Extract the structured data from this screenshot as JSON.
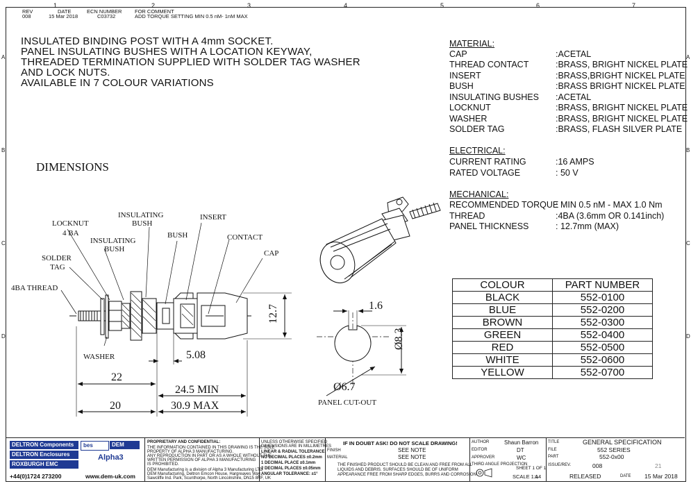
{
  "columns": [
    "1",
    "2",
    "3",
    "4",
    "5",
    "6",
    "7"
  ],
  "rows": [
    "A",
    "B",
    "C",
    "D"
  ],
  "revision_block": {
    "headers": {
      "rev": "REV",
      "date": "DATE",
      "ecn": "ECN NUMBER",
      "for_comment": "FOR COMMENT"
    },
    "entries": [
      {
        "rev": "008",
        "date": "15 Mar 2018",
        "ecn": "C03732",
        "comment": "ADD TORQUE SETTING MIN 0.5 nM- 1nM MAX"
      }
    ]
  },
  "description": [
    "INSULATED BINDING POST WITH A 4mm SOCKET.",
    "PANEL INSULATING BUSHES WITH A LOCATION KEYWAY,",
    "THREADED TERMINATION SUPPLIED WITH SOLDER TAG WASHER",
    "AND LOCK NUTS.",
    "AVAILABLE IN 7 COLOUR VARIATIONS"
  ],
  "material": {
    "heading": "MATERIAL:",
    "items": [
      {
        "part": "CAP",
        "value": ":ACETAL"
      },
      {
        "part": "THREAD CONTACT",
        "value": ":BRASS, BRIGHT NICKEL PLATE"
      },
      {
        "part": "INSERT",
        "value": ":BRASS,BRIGHT NICKEL PLATE"
      },
      {
        "part": "BUSH",
        "value": ":BRASS BRIGHT NICKEL PLATE"
      },
      {
        "part": "INSULATING BUSHES",
        "value": ":ACETAL"
      },
      {
        "part": "LOCKNUT",
        "value": ":BRASS, BRIGHT NICKEL PLATE"
      },
      {
        "part": "WASHER",
        "value": ":BRASS, BRIGHT NICKEL PLATE"
      },
      {
        "part": "SOLDER TAG",
        "value": ":BRASS, FLASH SILVER PLATE"
      }
    ]
  },
  "electrical": {
    "heading": "ELECTRICAL:",
    "items": [
      {
        "part": "CURRENT RATING",
        "value": ":16 AMPS"
      },
      {
        "part": "RATED VOLTAGE",
        "value": ": 50 V"
      }
    ]
  },
  "mechanical": {
    "heading": "MECHANICAL:",
    "items": [
      {
        "part": "RECOMMENDED TORQUE",
        "value": ": MIN 0.5 nM - MAX 1.0 Nm"
      },
      {
        "part": "THREAD",
        "value": ":4BA (3.6mm OR 0.141inch)"
      },
      {
        "part": "PANEL THICKNESS",
        "value": ": 12.7mm (MAX)"
      }
    ]
  },
  "dimensions_title": "DIMENSIONS",
  "drawing_labels": {
    "locknut": "LOCKNUT",
    "locknut_size": "4 BA",
    "insulating_bush_1": "INSULATING",
    "insulating_bush_1b": "BUSH",
    "insulating_bush_2": "INSULATING",
    "insulating_bush_2b": "BUSH",
    "bush": "BUSH",
    "insert": "INSERT",
    "contact": "CONTACT",
    "cap": "CAP",
    "solder_tag": "SOLDER",
    "solder_tag_b": "TAG",
    "thread": "4BA THREAD",
    "washer": "WASHER",
    "panel_cutout": "PANEL CUT-OUT"
  },
  "dimensions": {
    "d_12_7": "12.7",
    "d_5_08": "5.08",
    "d_22": "22",
    "d_24_5": "24.5 MIN",
    "d_20": "20",
    "d_30_9": "30.9 MAX",
    "d_1_6": "1.6",
    "d_8_3": "Ø8.3",
    "d_6_7": "Ø6.7"
  },
  "colour_table": {
    "headers": [
      "COLOUR",
      "PART NUMBER"
    ],
    "rows": [
      [
        "BLACK",
        "552-0100"
      ],
      [
        "BLUE",
        "552-0200"
      ],
      [
        "BROWN",
        "552-0300"
      ],
      [
        "GREEN",
        "552-0400"
      ],
      [
        "RED",
        "552-0500"
      ],
      [
        "WHITE",
        "552-0600"
      ],
      [
        "YELLOW",
        "552-0700"
      ]
    ]
  },
  "title_block": {
    "logos": [
      "DELTRON Components",
      "DELTRON Enclosures",
      "ROXBURGH EMC",
      "bes",
      "DEM",
      "Alpha3"
    ],
    "phone": "+44(0)1724 273200",
    "website": "www.dem-uk.com",
    "proprietary_heading": "PROPRIETARY AND CONFIDENTIAL:",
    "proprietary_text": [
      "THE INFORMATION CONTAINED IN THIS DRAWING IS THE SOLE",
      "PROPERTY OF ALPHA 3 MANUFACTURING.",
      "ANY REPRODUCTION IN PART OR AS A WHOLE WITHOUT THE",
      "WRITTEN PERMISSION OF ALPHA 3 MANUFACTURING",
      "IS PROHIBITED."
    ],
    "company_text": [
      "DEM Manufacturing is a division of Alpha 3 Manufacturing LTD",
      "DEM Manufacturing, Deltron Emcon House, Hargreaves Way,",
      "Sawcliffe Ind. Park, Scunthorpe, North Lincolnshire, DN15 8RF, UK"
    ],
    "tolerance_text": [
      "UNLESS OTHERWISE SPECIFIED",
      "DIMENSIONS ARE IN MILLIMETRES",
      "LINEAR & RADIAL TOLERANCE:",
      "NO DECIMAL PLACES ±0.2mm",
      "1 DECIMAL PLACE ±0.1mm",
      "2 DECIMAL PLACES ±0.05mm",
      "ANGULAR TOLERANCE: ±1°"
    ],
    "scale_warning": "IF IN DOUBT ASK! DO NOT SCALE DRAWING!",
    "finish_label": "FINISH",
    "finish_value": "SEE NOTE",
    "material_label": "MATERIAL",
    "material_value": "SEE NOTE",
    "finish_note": [
      "THE FINISHED PRODUCT SHOULD BE CLEAN AND FREE FROM ALL",
      "LIQUIDS AND DEBRIS. SURFACES SHOULD BE OF UNIFORM",
      "APPEARANCE  FREE FROM  SHARP EDGES, BURRS AND CORROSION"
    ],
    "author_label": "AUTHOR",
    "author": "Shaun Barron",
    "editor_label": "EDITOR",
    "editor": "DT",
    "approver_label": "APPROVER",
    "approver": "WC",
    "projection_label": "THIRD ANGLE PROJECTION",
    "sheet": "SHEET 1 OF 1",
    "scale": "SCALE 1:1",
    "size": "A4",
    "title_label": "TITLE",
    "title": "GENERAL SPECIFICATION",
    "file_label": "FILE",
    "file": "552 SERIES",
    "part_label": "PART",
    "part": "552-0x00",
    "issue_label": "ISSUE/REV.",
    "issue": "008",
    "issue_number": "21",
    "status": "RELEASED",
    "date_label": "DATE",
    "date": "15 Mar 2018"
  }
}
